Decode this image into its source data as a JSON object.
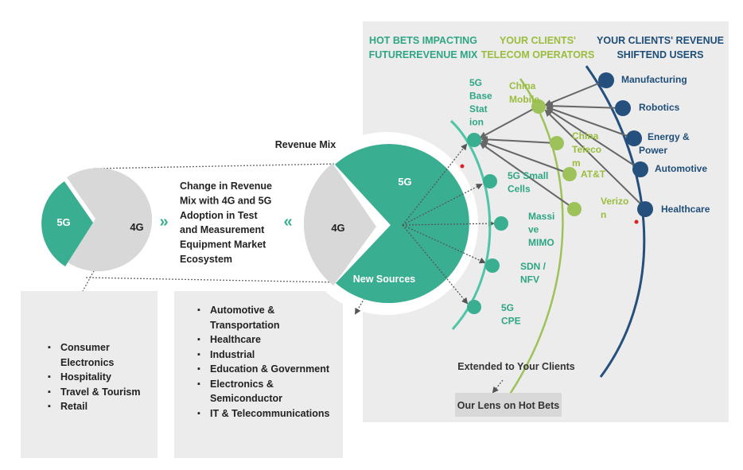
{
  "columns": {
    "hot_bets": "HOT BETS IMPACTING FUTUREREVENUE MIX",
    "operators": "YOUR CLIENTS' TELECOM OPERATORS",
    "end_users": "YOUR CLIENTS' REVENUE SHIFTEND USERS"
  },
  "left_pie": {
    "seg_5g": "5G",
    "seg_4g": "4G"
  },
  "center_text": "Change in Revenue Mix with 4G and 5G Adoption in Test and Measurement Equipment Market Ecosystem",
  "revenue_mix": {
    "title": "Revenue Mix",
    "seg_5g": "5G",
    "seg_4g": "4G",
    "new_sources": "New Sources"
  },
  "hot_bets": [
    "5G Base Station",
    "5G Small Cells",
    "Massive MIMO",
    "SDN / NFV",
    "5G CPE"
  ],
  "operators": [
    "China Mobile",
    "China Telecom",
    "AT&T",
    "Verizon"
  ],
  "end_users": [
    "Manufacturing",
    "Robotics",
    "Energy & Power",
    "Automotive",
    "Healthcare"
  ],
  "left_box_items": [
    "Consumer Electronics",
    "Hospitality",
    "Travel & Tourism",
    "Retail"
  ],
  "middle_box_items": [
    "Automotive & Transportation",
    "Healthcare",
    "Industrial",
    "Education & Government",
    "Electronics & Semiconductor",
    "IT & Telecommunications"
  ],
  "extended_label": "Extended to Your Clients",
  "lens_button": "Our Lens on Hot Bets",
  "colors": {
    "teal": "#3aae91",
    "light_green": "#9dc25a",
    "navy": "#254f7d",
    "panel_gray": "#ececec",
    "pie_gray": "#d8d8d8",
    "title_teal": "#2ea584",
    "title_olive": "#9abd3d",
    "title_navy": "#1f4e79"
  }
}
